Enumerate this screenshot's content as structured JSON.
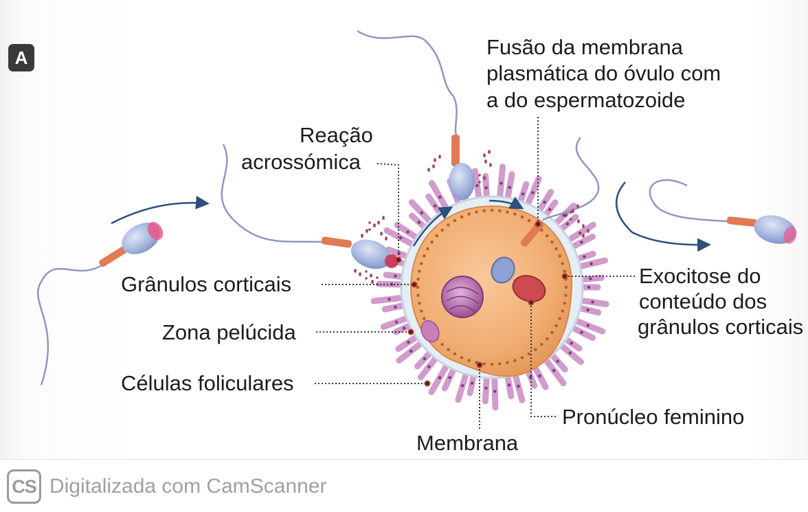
{
  "badge": "A",
  "labels": {
    "fusao": [
      "Fusão da membrana",
      "plasmática do óvulo com",
      "a do espermatozoide"
    ],
    "reacao": [
      "Reação",
      "acrossómica"
    ],
    "granulos": "Grânulos corticais",
    "zona": "Zona pelúcida",
    "celulas": "Células foliculares",
    "exocitose": [
      "Exocitose do",
      "conteúdo dos",
      "grânulos corticais"
    ],
    "pronucleo": "Pronúcleo feminino",
    "membrana": "Membrana"
  },
  "footer": {
    "logo": "CS",
    "text": "Digitalizada com CamScanner"
  },
  "colors": {
    "cytoplasm": "#f3b57a",
    "zona_pelucida": "#dfe9f4",
    "follicle_cells": "#c98ac4",
    "sperm_head": "#a9b9de",
    "midpiece": "#e07a55",
    "arrow": "#2d4f7c",
    "nucleus": "#b06aa8",
    "pronucleus": "#c8464a"
  }
}
